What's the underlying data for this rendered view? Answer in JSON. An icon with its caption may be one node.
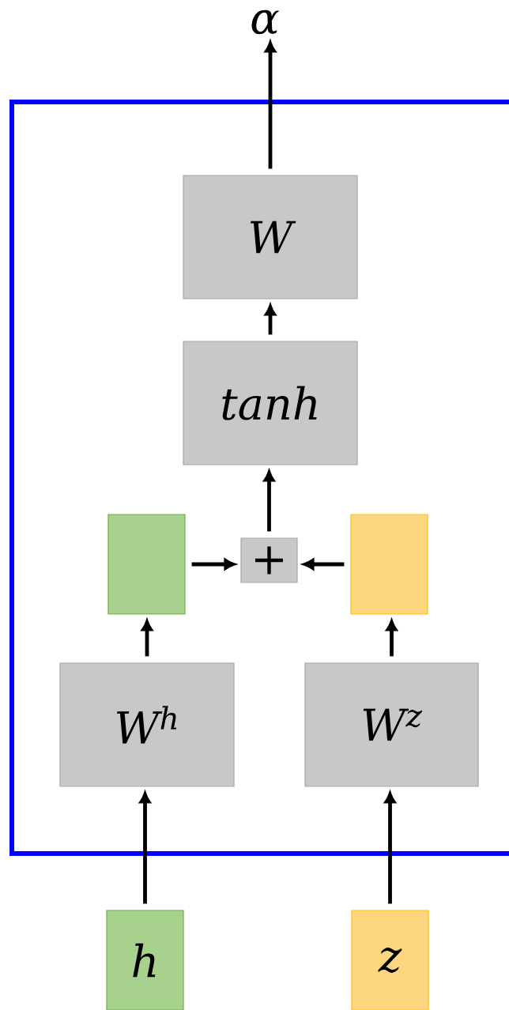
{
  "diagram": {
    "nodes": [
      {
        "text": [],
        "shape": "box"
      },
      {
        "text": [
          "W"
        ],
        "in": 0
      },
      {
        "text": [
          "tanh"
        ],
        "in": 0
      },
      {
        "text": [],
        "shape": "box",
        "in": 0
      },
      {
        "text": [
          "+"
        ],
        "in": 0
      },
      {
        "text": [],
        "shape": "box",
        "in": 0
      },
      {
        "text": [
          "W$^{h}$"
        ],
        "in": 0
      },
      {
        "text": [
          "W$^{z}$"
        ],
        "in": 0
      },
      {
        "text": [
          "h"
        ]
      },
      {
        "text": [
          "z"
        ]
      },
      {
        "text": [
          "α"
        ]
      }
    ],
    "edges": [
      {
        "from": 1,
        "to": 10,
        "arrow": "to"
      },
      {
        "from": 2,
        "to": 1,
        "arrow": "to"
      },
      {
        "from": 4,
        "to": 2,
        "arrow": "to"
      },
      {
        "from": 3,
        "to": 4,
        "arrow": "to"
      },
      {
        "from": 5,
        "to": 4,
        "arrow": "to"
      },
      {
        "from": 6,
        "to": 3,
        "arrow": "to"
      },
      {
        "from": 7,
        "to": 5,
        "arrow": "to"
      },
      {
        "from": 8,
        "to": 6,
        "arrow": "to"
      },
      {
        "from": 9,
        "to": 7,
        "arrow": "to"
      }
    ]
  }
}
